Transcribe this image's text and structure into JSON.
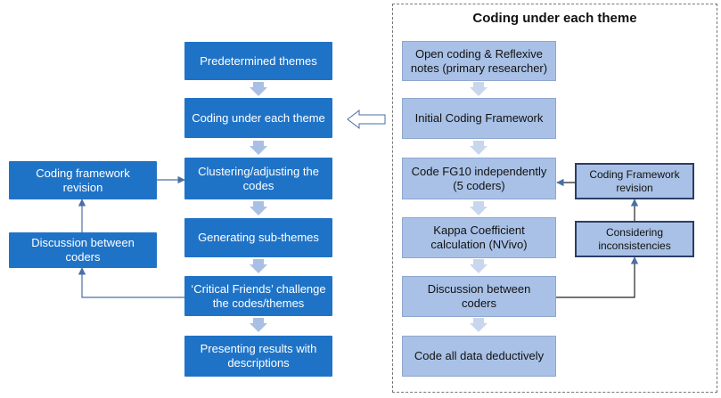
{
  "left_flow": {
    "steps": [
      "Predetermined themes",
      "Coding under each theme",
      "Clustering/adjusting the\ncodes",
      "Generating sub-themes",
      "‘Critical Friends’ challenge\nthe codes/themes",
      "Presenting results with\ndescriptions"
    ],
    "side": [
      "Coding framework\nrevision",
      "Discussion between  coders"
    ]
  },
  "right_panel": {
    "title": "Coding under each theme",
    "steps": [
      "Open coding & Reflexive\nnotes (primary researcher)",
      "Initial Coding Framework",
      "Code FG10 independently\n(5 coders)",
      "Kappa Coefficient\ncalculation (NVivo)",
      "Discussion between\ncoders",
      "Code all data deductively"
    ],
    "side": [
      "Coding Framework\nrevision",
      "Considering\ninconsistencies"
    ]
  },
  "colors": {
    "dark_box": "#1f73c7",
    "light_box": "#a9c1e6",
    "down_arrow": "#a9bfe3",
    "connector": "#4a6fa5"
  }
}
